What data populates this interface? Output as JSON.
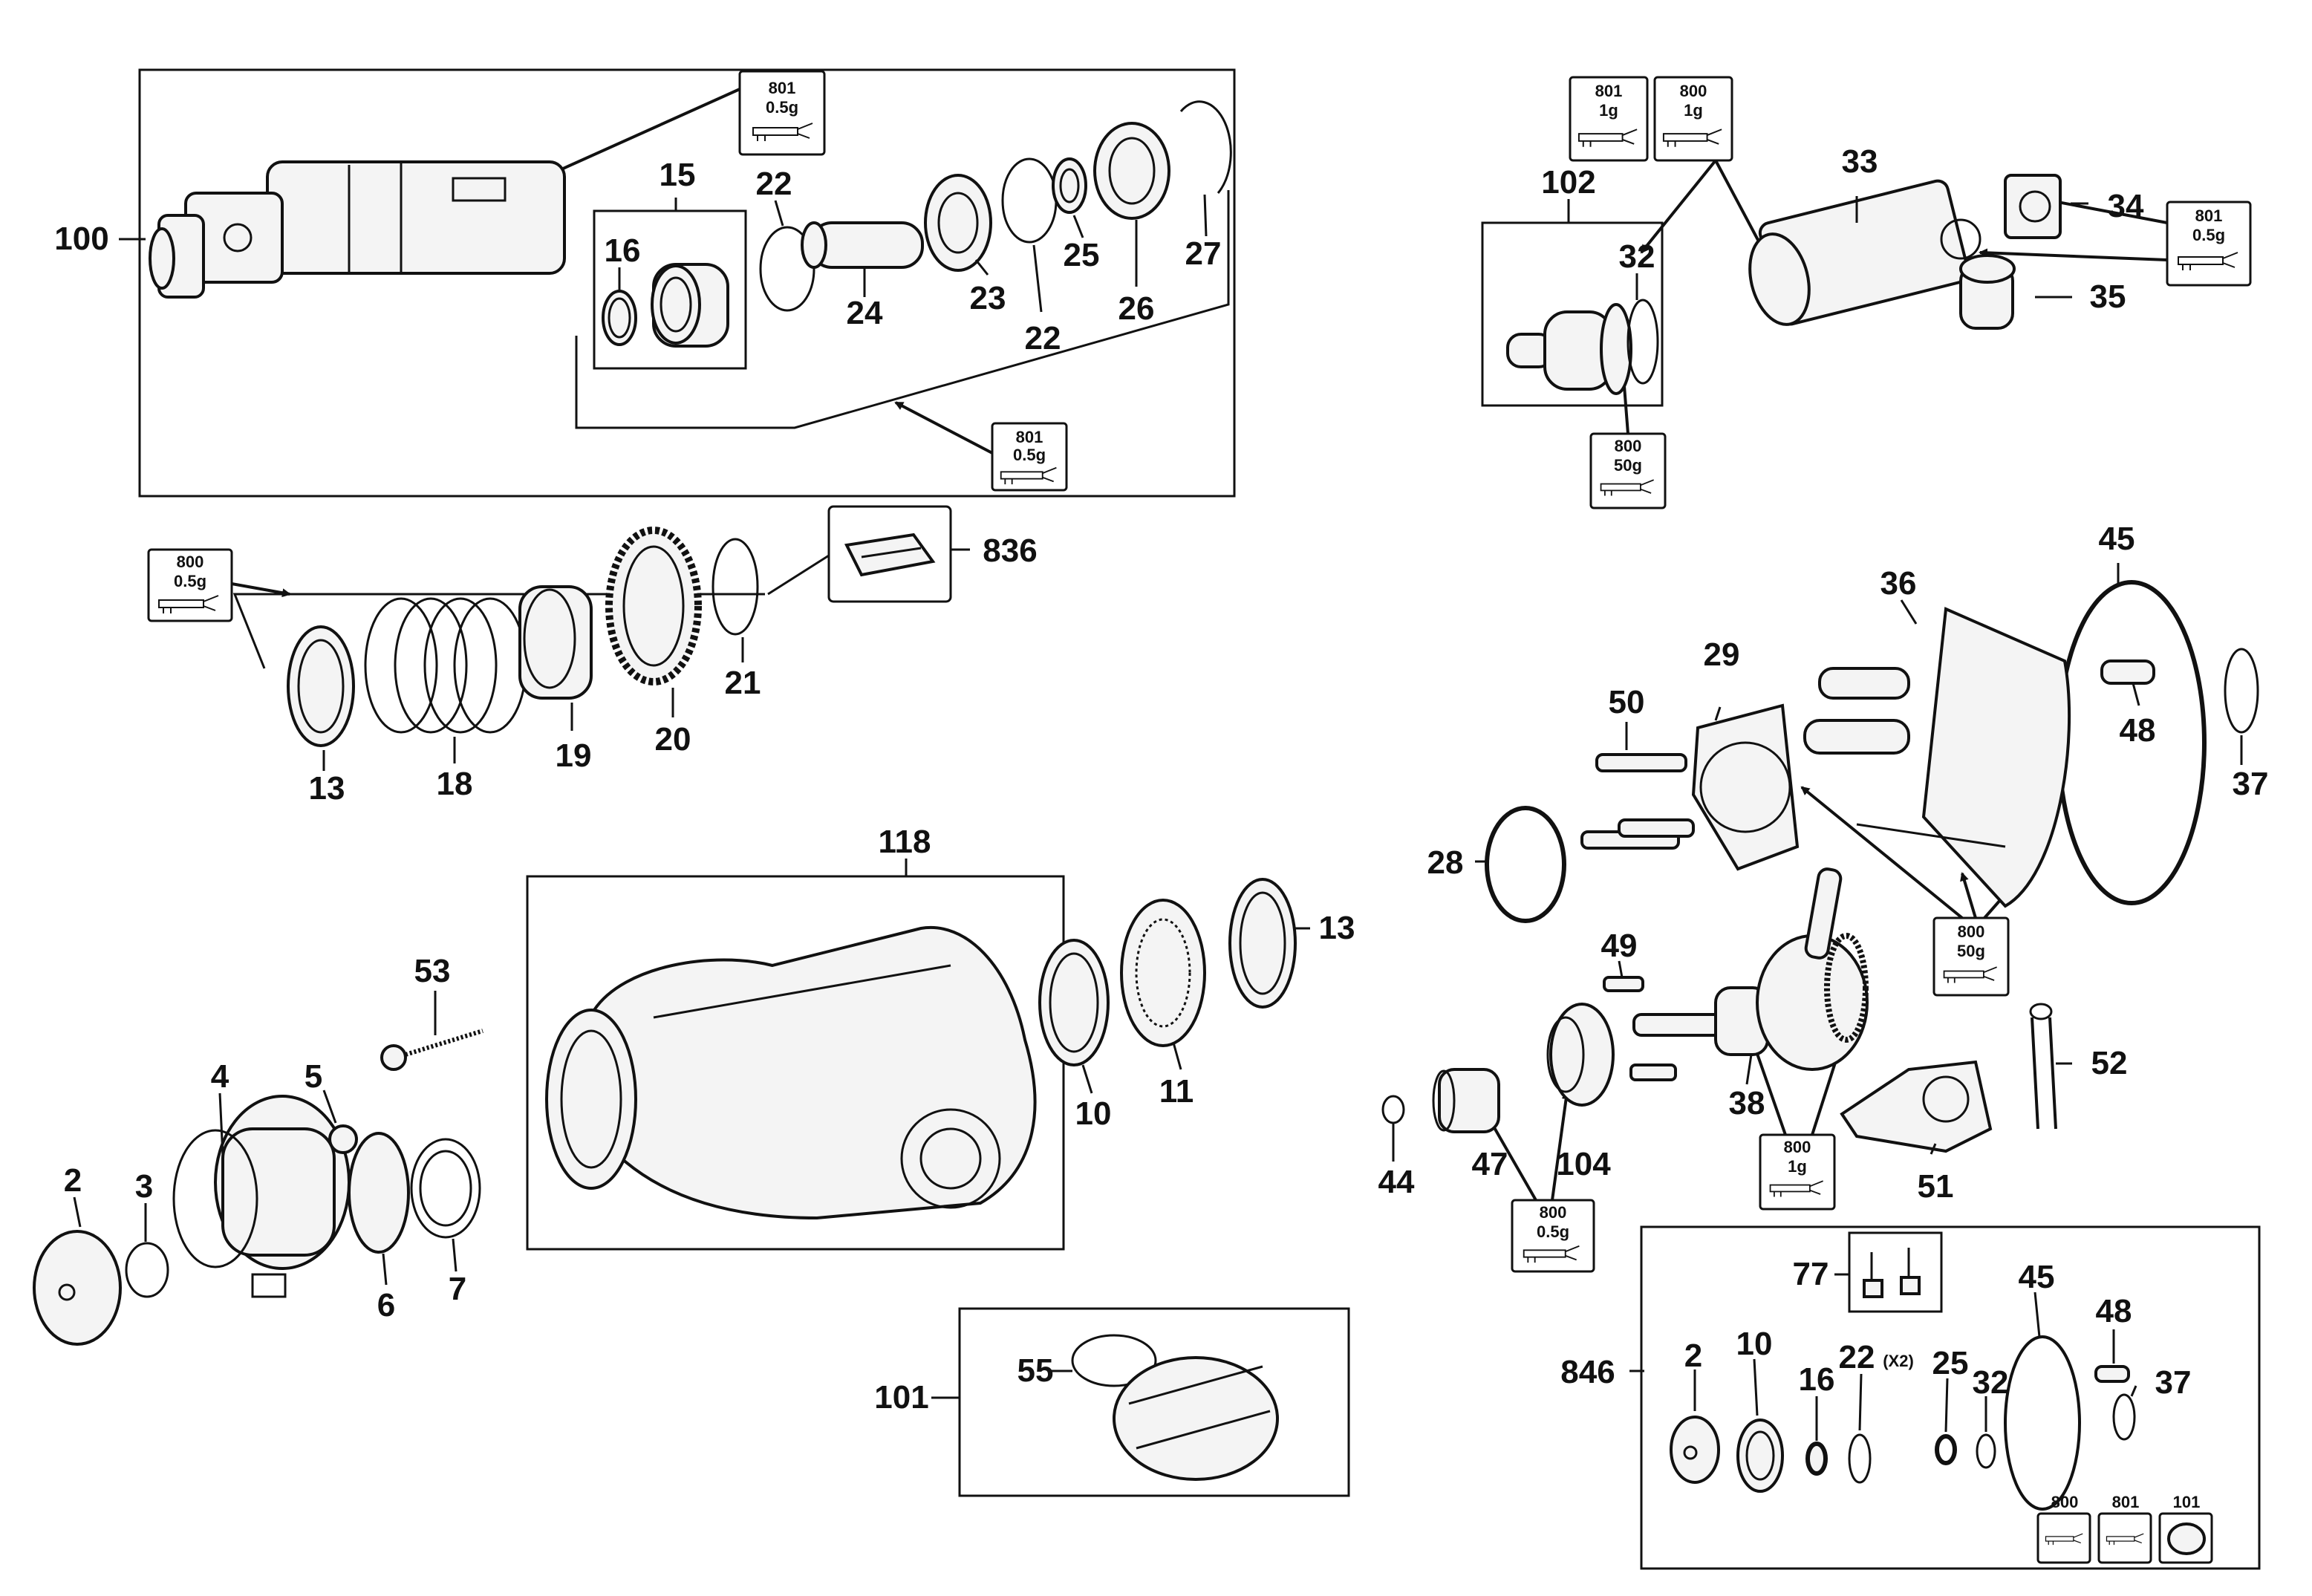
{
  "labels": {
    "p100": "100",
    "p15": "15",
    "p16": "16",
    "p22a": "22",
    "p24": "24",
    "p23": "23",
    "p22b": "22",
    "p25": "25",
    "p26": "26",
    "p27": "27",
    "p102": "102",
    "p32": "32",
    "p33": "33",
    "p34": "34",
    "p35": "35",
    "p836": "836",
    "p13a": "13",
    "p18": "18",
    "p19": "19",
    "p20": "20",
    "p21": "21",
    "p118": "118",
    "p13b": "13",
    "p10": "10",
    "p11": "11",
    "p53": "53",
    "p4": "4",
    "p5": "5",
    "p2": "2",
    "p3": "3",
    "p6": "6",
    "p7": "7",
    "p101": "101",
    "p55": "55",
    "p45": "45",
    "p36": "36",
    "p29": "29",
    "p50": "50",
    "p48": "48",
    "p37": "37",
    "p28": "28",
    "p49": "49",
    "p52": "52",
    "p38": "38",
    "p44": "44",
    "p47": "47",
    "p104": "104",
    "p51": "51",
    "p846": "846",
    "p77": "77",
    "k2": "2",
    "k10": "10",
    "k16": "16",
    "k22": "22",
    "k22x": "(X2)",
    "k25": "25",
    "k32": "32",
    "k45": "45",
    "k48": "48",
    "k37": "37",
    "k800": "800",
    "k801": "801",
    "k101": "101"
  },
  "badges": [
    {
      "code": "801",
      "qty": "0.5g"
    },
    {
      "code": "801",
      "qty": "0.5g"
    },
    {
      "code": "801",
      "qty": "1g"
    },
    {
      "code": "800",
      "qty": "1g"
    },
    {
      "code": "801",
      "qty": "0.5g"
    },
    {
      "code": "800",
      "qty": "50g"
    },
    {
      "code": "800",
      "qty": "0.5g"
    },
    {
      "code": "800",
      "qty": "50g"
    },
    {
      "code": "800",
      "qty": "1g"
    },
    {
      "code": "800",
      "qty": "0.5g"
    }
  ]
}
